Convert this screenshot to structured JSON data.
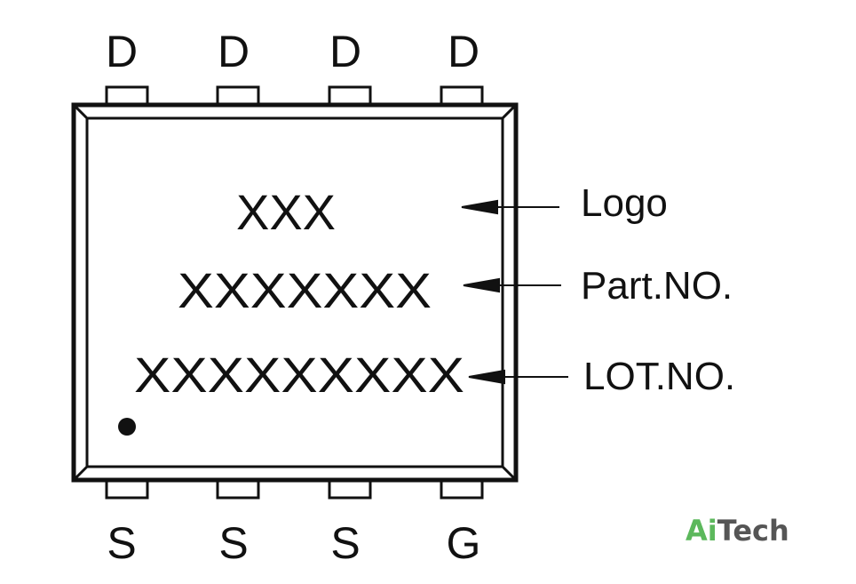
{
  "pins_top": [
    "D",
    "D",
    "D",
    "D"
  ],
  "pins_bottom": [
    "S",
    "S",
    "S",
    "G"
  ],
  "marking": {
    "logo": "XXX",
    "part_no": "XXXXXXX",
    "lot_no": "XXXXXXXXX"
  },
  "callouts": {
    "logo": "Logo",
    "part_no": "Part.NO.",
    "lot_no": "LOT.NO."
  },
  "watermark": {
    "part1": "Ai",
    "part2": "Tech",
    "color1": "#5cb85c",
    "color2": "#555555"
  }
}
